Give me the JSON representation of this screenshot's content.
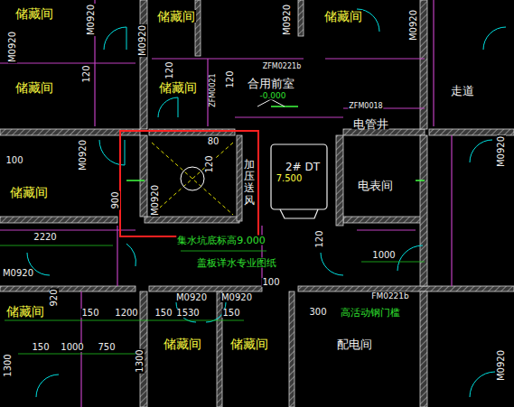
{
  "diagram": {
    "labels": [
      "储藏间",
      "M0920",
      "M0920",
      "储藏间",
      "M0920",
      "M0920",
      "储藏间",
      "M0920",
      "储藏间",
      "120",
      "储藏间",
      "120",
      "120",
      "ZFM0221b",
      "ZFM0021",
      "合用前室",
      "-0.000",
      "ZFM0018",
      "走道",
      "电管井",
      "M0920",
      "100",
      "储藏间",
      "M0920",
      "80",
      "120",
      "M0920",
      "900",
      "加压送风",
      "2# DT",
      "7.500",
      "电表间",
      "2220",
      "集水坑底标高9.000",
      "120",
      "盖板详水专业图纸",
      "1000",
      "M0920",
      "M0920",
      "M0920",
      "100",
      "FM0221b",
      "920",
      "储藏间",
      "150",
      "1200",
      "150",
      "1530",
      "150",
      "300",
      "高活动钢门槛",
      "150",
      "1000",
      "750",
      "1300",
      "1300",
      "储藏间",
      "储藏间",
      "配电间",
      "M0920"
    ]
  }
}
